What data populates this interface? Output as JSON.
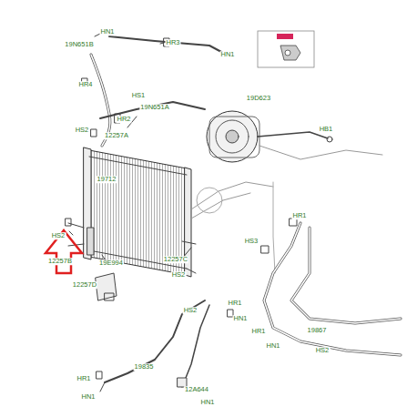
{
  "diagram": {
    "labels": [
      "HN1",
      "19N651B",
      "HR3",
      "HN1",
      "HR4",
      "HS1",
      "19N651A",
      "HR2",
      "HS2",
      "12257A",
      "19D623",
      "HB1",
      "19712",
      "HS2",
      "12257B",
      "19E994",
      "12257C",
      "HS2",
      "HR1",
      "HS3",
      "12257D",
      "HR1",
      "HS2",
      "HN1",
      "HR1",
      "HN1",
      "19867",
      "HS2",
      "19835",
      "HR1",
      "HN1",
      "12A644",
      "HN1"
    ]
  }
}
